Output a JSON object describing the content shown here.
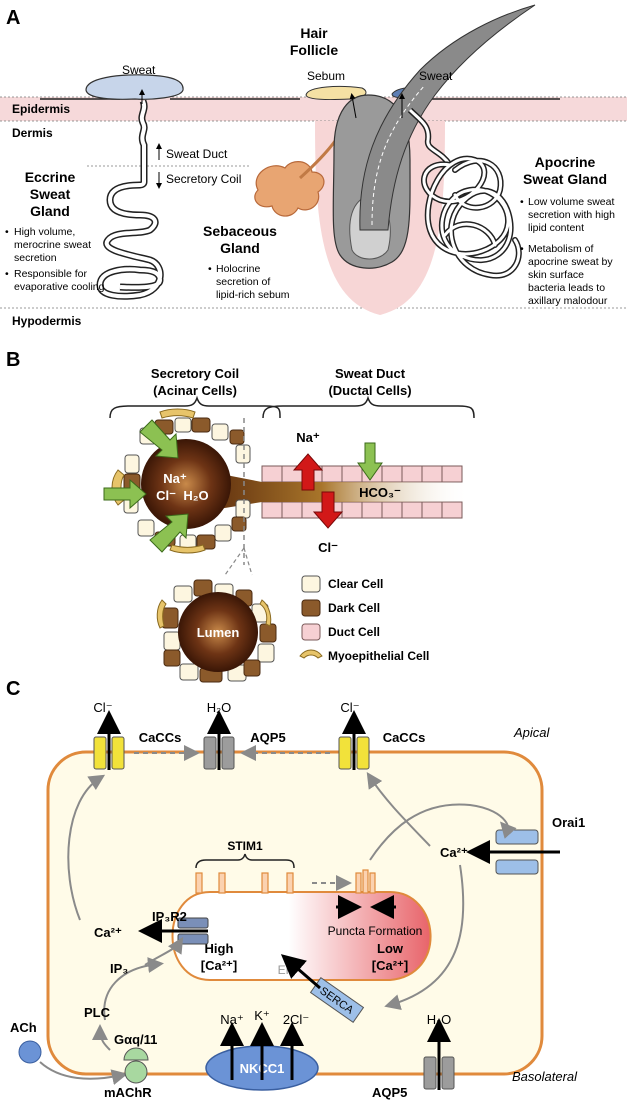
{
  "panels": {
    "a": "A",
    "b": "B",
    "c": "C"
  },
  "panel_a": {
    "layers": {
      "epidermis": "Epidermis",
      "dermis": "Dermis",
      "hypodermis": "Hypodermis"
    },
    "sweat_top_left": "Sweat",
    "sebum": "Sebum",
    "sweat_top_right": "Sweat",
    "hair_follicle": [
      "Hair",
      "Follicle"
    ],
    "sweat_duct": "Sweat Duct",
    "secretory_coil": "Secretory Coil",
    "eccrine": {
      "title": [
        "Eccrine",
        "Sweat",
        "Gland"
      ],
      "bullets": [
        [
          "High volume,",
          "merocrine sweat",
          "secretion"
        ],
        [
          "Responsible for",
          "evaporative cooling"
        ]
      ]
    },
    "sebaceous": {
      "title": [
        "Sebaceous",
        "Gland"
      ],
      "bullets": [
        [
          "Holocrine",
          "secretion of",
          "lipid-rich sebum"
        ]
      ]
    },
    "apocrine": {
      "title": [
        "Apocrine",
        "Sweat Gland"
      ],
      "bullets": [
        [
          "Low volume sweat",
          "secretion with high",
          "lipid content"
        ],
        [
          "Metabolism of",
          "apocrine sweat by",
          "skin surface",
          "bacteria leads to",
          "axillary malodour"
        ]
      ]
    }
  },
  "panel_b": {
    "secretory_coil": [
      "Secretory Coil",
      "(Acinar Cells)"
    ],
    "sweat_duct": [
      "Sweat Duct",
      "(Ductal Cells)"
    ],
    "na": "Na⁺",
    "cl": "Cl⁻",
    "h2o": "H₂O",
    "na_duct": "Na⁺",
    "hco3": "HCO₃⁻",
    "cl_duct": "Cl⁻",
    "lumen": "Lumen",
    "legend": [
      "Clear Cell",
      "Dark Cell",
      "Duct Cell",
      "Myoepithelial Cell"
    ]
  },
  "panel_c": {
    "cl_left": "Cl⁻",
    "h2o_top": "H₂O",
    "cl_right": "Cl⁻",
    "caccs_left": "CaCCs",
    "aqp5_top": "AQP5",
    "caccs_right": "CaCCs",
    "apical": "Apical",
    "orai1": "Orai1",
    "ca_right": "Ca²⁺",
    "stim1": "STIM1",
    "ip3r2": "IP₃R2",
    "ca_left": "Ca²⁺",
    "puncta": "Puncta Formation",
    "high": [
      "High",
      "[Ca²⁺]"
    ],
    "low": [
      "Low",
      "[Ca²⁺]"
    ],
    "er": "ER",
    "serca": "SERCA",
    "ip3": "IP₃",
    "plc": "PLC",
    "gaq": "Gαq/11",
    "ach": "ACh",
    "machr": "mAChR",
    "na": "Na⁺",
    "k": "K⁺",
    "cl2": "2Cl⁻",
    "nkcc1": "NKCC1",
    "h2o_bottom": "H₂O",
    "aqp5_bottom": "AQP5",
    "basolateral": "Basolateral"
  },
  "colors": {
    "epidermis": "#f6d9da",
    "ca_green": "#8cc152",
    "na_red": "#cc1111",
    "cell_fill": "#fffbe8",
    "membrane": "#e08a3c",
    "channel_yellow": "#f2e23a",
    "channel_gray": "#9c9c9c",
    "channel_blue": "#9dbfe8"
  }
}
